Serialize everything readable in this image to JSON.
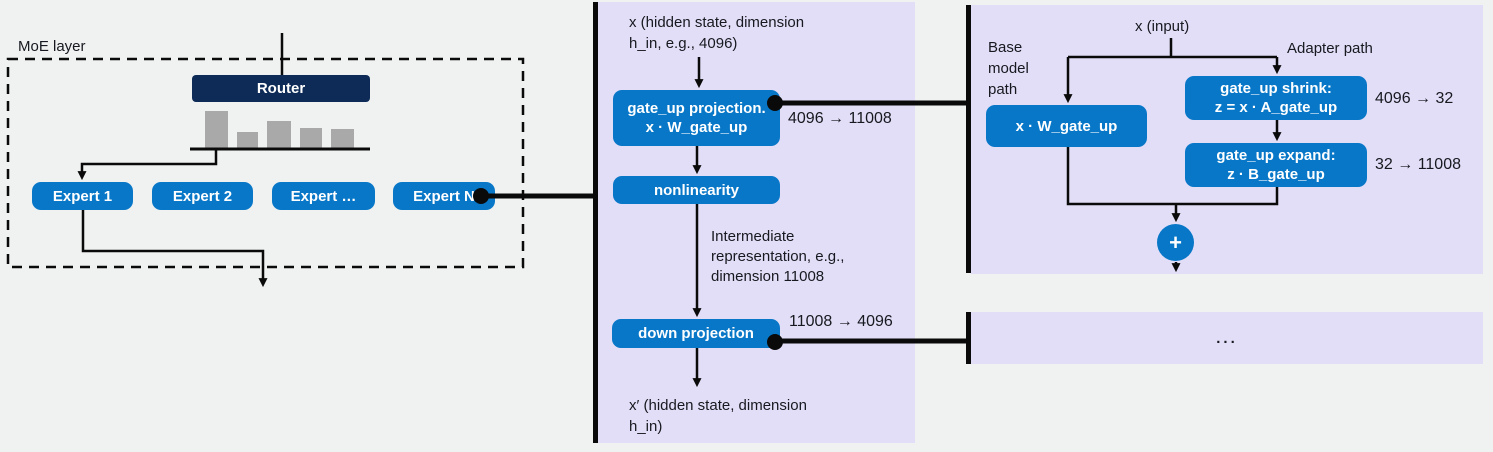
{
  "colors": {
    "background": "#F0F2F1",
    "panel_lavender": "#E3DEF8",
    "box_blue": "#0877C7",
    "router_navy": "#0D2B56",
    "bar_gray": "#A9A9A9",
    "line_black": "#0A0A0A"
  },
  "moe": {
    "label": "MoE layer",
    "router_label": "Router",
    "experts": [
      "Expert 1",
      "Expert 2",
      "Expert …",
      "Expert N"
    ],
    "bars": [
      {
        "w": 23,
        "h": 38
      },
      {
        "w": 21,
        "h": 17
      },
      {
        "w": 24,
        "h": 28
      },
      {
        "w": 22,
        "h": 21
      },
      {
        "w": 23,
        "h": 20
      }
    ]
  },
  "expert_panel": {
    "input_text": "x  (hidden state, dimension\nh_in, e.g., 4096)",
    "gate_up_box": "gate_up projection.\nx · W_gate_up",
    "gate_up_dim": "4096 → 11008",
    "nonlinearity_box": "nonlinearity",
    "intermediate_text": "Intermediate\nrepresentation, e.g.,\ndimension 11008",
    "down_box": "down projection",
    "down_dim": "11008 → 4096",
    "output_text": "x′  (hidden state, dimension\nh_in)"
  },
  "adapter_panel": {
    "input_text": "x  (input)",
    "base_path_label": "Base\nmodel\npath",
    "adapter_path_label": "Adapter path",
    "base_box": "x · W_gate_up",
    "shrink_box": "gate_up shrink:\nz = x · A_gate_up",
    "shrink_dim": "4096 → 32",
    "expand_box": "gate_up expand:\nz · B_gate_up",
    "expand_dim": "32 → 11008",
    "plus_label": "+"
  },
  "other_panel": {
    "ellipsis": "..."
  }
}
